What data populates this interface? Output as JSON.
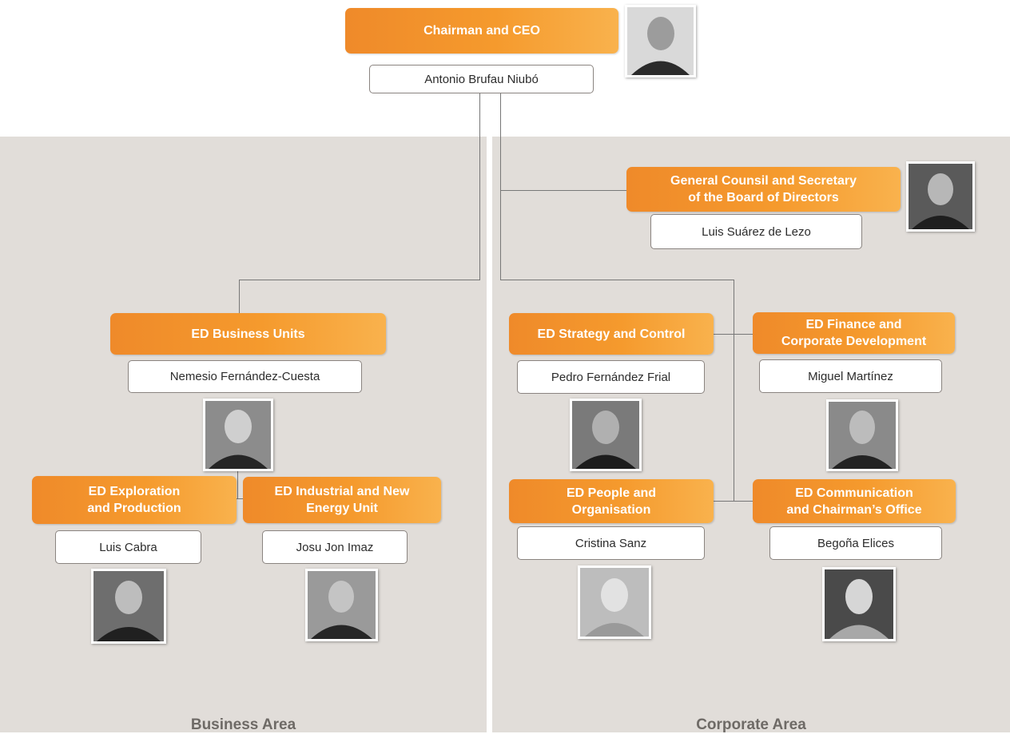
{
  "ceo": {
    "title": "Chairman and CEO",
    "name": "Antonio Brufau Niubó"
  },
  "general_counsel": {
    "title_lines": [
      "General Counsil and Secretary",
      "of the Board of Directors"
    ],
    "name": "Luis Suárez de Lezo"
  },
  "business_units": {
    "title": "ED Business Units",
    "name": "Nemesio Fernández-Cuesta"
  },
  "exploration": {
    "title_lines": [
      "ED Exploration",
      "and Production"
    ],
    "name": "Luis Cabra"
  },
  "industrial": {
    "title_lines": [
      "ED Industrial and New",
      "Energy Unit"
    ],
    "name": "Josu Jon Imaz"
  },
  "strategy": {
    "title": "ED Strategy and Control",
    "name": "Pedro Fernández Frial"
  },
  "finance": {
    "title_lines": [
      "ED Finance and",
      "Corporate Development"
    ],
    "name": "Miguel Martínez"
  },
  "people": {
    "title_lines": [
      "ED People and",
      "Organisation"
    ],
    "name": "Cristina Sanz"
  },
  "communication": {
    "title_lines": [
      "ED Communication",
      "and Chairman’s Office"
    ],
    "name": "Begoña Elices"
  },
  "areas": {
    "business": "Business Area",
    "corporate": "Corporate Area"
  },
  "colors": {
    "title_orange": "#f39530",
    "panel_gray": "#e1ddd9",
    "connector": "#777777"
  }
}
